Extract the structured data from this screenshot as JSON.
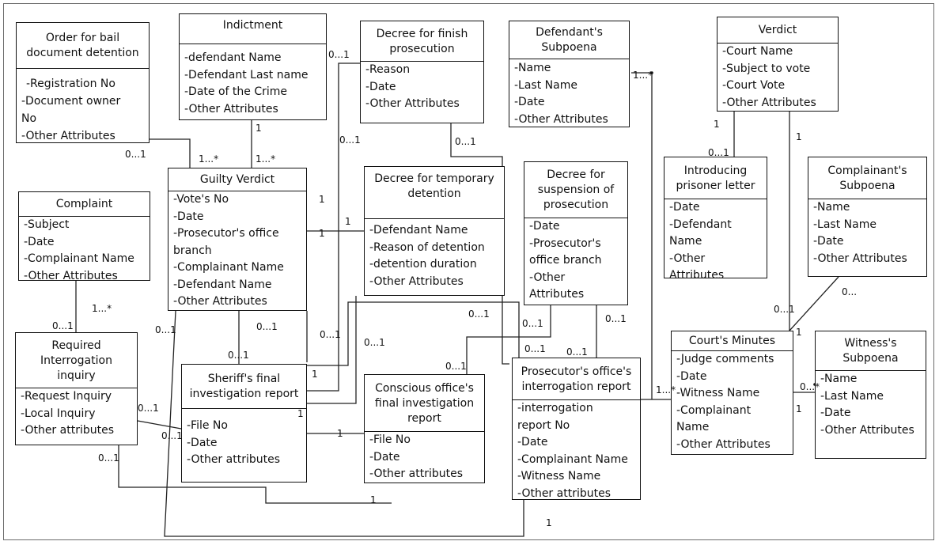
{
  "classes": [
    {
      "id": "order-bail",
      "title_lines": [
        "Order for bail",
        "document detention"
      ],
      "attributes": [
        "-Registration No",
        "-Document owner",
        "No",
        "-Other Attributes"
      ]
    },
    {
      "id": "indictment",
      "title_lines": [
        "Indictment"
      ],
      "attributes": [
        "-defendant Name",
        "-Defendant Last name",
        "-Date of the Crime",
        "-Other Attributes"
      ]
    },
    {
      "id": "decree-finish",
      "title_lines": [
        "Decree for finish",
        "prosecution"
      ],
      "attributes": [
        "-Reason",
        "-Date",
        "-Other Attributes"
      ]
    },
    {
      "id": "defendant-subpoena",
      "title_lines": [
        "Defendant's",
        "Subpoena"
      ],
      "attributes": [
        "-Name",
        "-Last Name",
        "-Date",
        "-Other Attributes"
      ]
    },
    {
      "id": "verdict",
      "title_lines": [
        "Verdict"
      ],
      "attributes": [
        "-Court Name",
        "-Subject to vote",
        "-Court Vote",
        "-Other Attributes"
      ]
    },
    {
      "id": "complaint",
      "title_lines": [
        "Complaint"
      ],
      "attributes": [
        "-Subject",
        "-Date",
        "-Complainant Name",
        "-Other Attributes"
      ]
    },
    {
      "id": "guilty-verdict",
      "title_lines": [
        "Guilty Verdict"
      ],
      "attributes": [
        "-Vote's No",
        "-Date",
        "-Prosecutor's office",
        "branch",
        "-Complainant Name",
        "-Defendant Name",
        "-Other Attributes"
      ]
    },
    {
      "id": "decree-temp",
      "title_lines": [
        "Decree for temporary",
        "detention"
      ],
      "attributes": [
        "-Defendant Name",
        "-Reason of detention",
        "-detention duration",
        "-Other Attributes"
      ]
    },
    {
      "id": "decree-suspension",
      "title_lines": [
        "Decree for",
        "suspension of",
        "prosecution"
      ],
      "attributes": [
        "-Date",
        "-Prosecutor's",
        "office branch",
        "-Other",
        "Attributes"
      ]
    },
    {
      "id": "intro-letter",
      "title_lines": [
        "Introducing",
        "prisoner letter"
      ],
      "attributes": [
        "-Date",
        "-Defendant",
        "Name",
        "-Other",
        "Attributes"
      ]
    },
    {
      "id": "complainant-subpoena",
      "title_lines": [
        "Complainant's",
        "Subpoena"
      ],
      "attributes": [
        "-Name",
        "-Last Name",
        "-Date",
        "-Other Attributes"
      ]
    },
    {
      "id": "required-interrogation",
      "title_lines": [
        "Required",
        "Interrogation",
        "inquiry"
      ],
      "attributes": [
        "-Request Inquiry",
        "-Local Inquiry",
        "-Other attributes"
      ]
    },
    {
      "id": "sheriff-report",
      "title_lines": [
        "Sheriff's final",
        "investigation report"
      ],
      "attributes": [
        "-File No",
        "-Date",
        "-Other attributes"
      ]
    },
    {
      "id": "conscious-report",
      "title_lines": [
        "Conscious office's",
        "final investigation",
        "report"
      ],
      "attributes": [
        "-File No",
        "-Date",
        "-Other attributes"
      ]
    },
    {
      "id": "prosecutor-report",
      "title_lines": [
        "Prosecutor's office's",
        "interrogation report"
      ],
      "attributes": [
        "-interrogation",
        "report No",
        "-Date",
        "-Complainant Name",
        "-Witness Name",
        "-Other attributes"
      ]
    },
    {
      "id": "court-minutes",
      "title_lines": [
        "Court's Minutes"
      ],
      "attributes": [
        "-Judge comments",
        "-Date",
        "-Witness Name",
        "-Complainant",
        "Name",
        "-Other Attributes"
      ]
    },
    {
      "id": "witness-subpoena",
      "title_lines": [
        "Witness's",
        "Subpoena"
      ],
      "attributes": [
        "-Name",
        "-Last Name",
        "-Date",
        "-Other Attributes"
      ]
    }
  ],
  "multiplicities": [
    {
      "id": "m1",
      "text": "0...1"
    },
    {
      "id": "m2",
      "text": "1...*"
    },
    {
      "id": "m3",
      "text": "1"
    },
    {
      "id": "m4",
      "text": "1...*"
    },
    {
      "id": "m5",
      "text": "0...1"
    },
    {
      "id": "m6",
      "text": "0...1"
    },
    {
      "id": "m7",
      "text": "0...1"
    },
    {
      "id": "m8",
      "text": "1...*"
    },
    {
      "id": "m9",
      "text": "1"
    },
    {
      "id": "m10",
      "text": "0...1"
    },
    {
      "id": "m11",
      "text": "1"
    },
    {
      "id": "m12",
      "text": "1"
    },
    {
      "id": "m13",
      "text": "1"
    },
    {
      "id": "m14",
      "text": "1"
    },
    {
      "id": "m15",
      "text": "1...*"
    },
    {
      "id": "m16",
      "text": "0...1"
    },
    {
      "id": "m17",
      "text": "0...1"
    },
    {
      "id": "m18",
      "text": "0...1"
    },
    {
      "id": "m19",
      "text": "0...1"
    },
    {
      "id": "m20",
      "text": "0...1"
    },
    {
      "id": "m21",
      "text": "0...1"
    },
    {
      "id": "m22",
      "text": "0...1"
    },
    {
      "id": "m23",
      "text": "0...1"
    },
    {
      "id": "m24",
      "text": "0...1"
    },
    {
      "id": "m25",
      "text": "0...1"
    },
    {
      "id": "m26",
      "text": "0...1"
    },
    {
      "id": "m27",
      "text": "1"
    },
    {
      "id": "m28",
      "text": "0...1"
    },
    {
      "id": "m29",
      "text": "0...1"
    },
    {
      "id": "m30",
      "text": "1"
    },
    {
      "id": "m31",
      "text": "0...1"
    },
    {
      "id": "m32",
      "text": "0...1"
    },
    {
      "id": "m33",
      "text": "1"
    },
    {
      "id": "m34",
      "text": "0...1"
    },
    {
      "id": "m35",
      "text": "0...*"
    },
    {
      "id": "m36",
      "text": "1"
    },
    {
      "id": "m37",
      "text": "1...*"
    },
    {
      "id": "m38",
      "text": "1"
    },
    {
      "id": "m39",
      "text": "1"
    },
    {
      "id": "m40",
      "text": "0..."
    },
    {
      "id": "m41",
      "text": "1"
    }
  ]
}
